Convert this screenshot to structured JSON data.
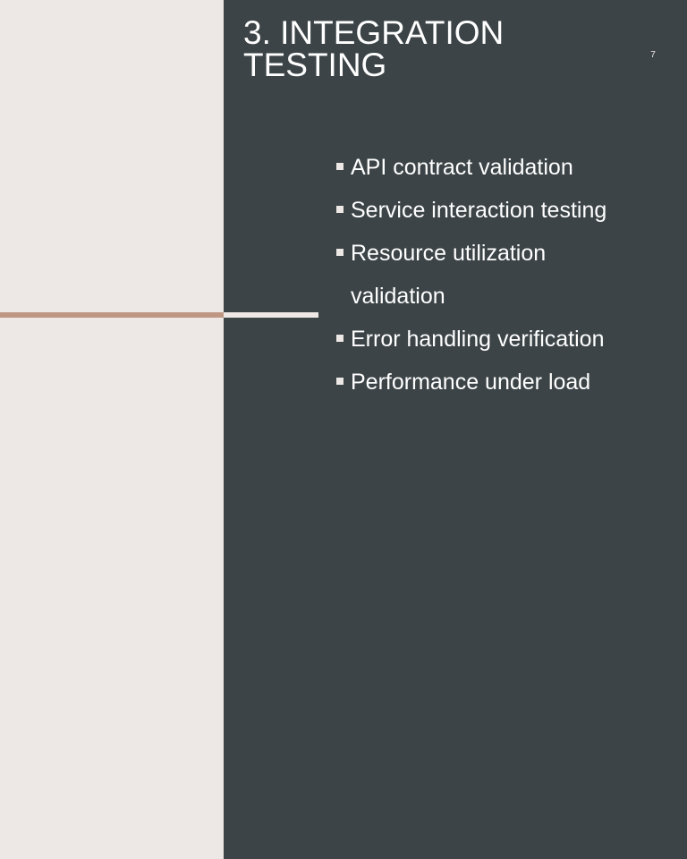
{
  "slide": {
    "title": "3. INTEGRATION TESTING",
    "slide_number": "7",
    "bullets": [
      {
        "text": "API contract validation"
      },
      {
        "text": "Service interaction testing"
      },
      {
        "text": "Resource utilization validation"
      },
      {
        "text": "Error handling verification"
      },
      {
        "text": "Performance under load"
      }
    ]
  },
  "colors": {
    "left_background": "#ede8e5",
    "right_background": "#3c4447",
    "accent_left": "#bf9683",
    "accent_right": "#ede8e5",
    "title": "#ffffff",
    "bullet_text": "#ffffff",
    "bullet_marker": "#ede8e5",
    "slide_number": "#ede8e5"
  }
}
